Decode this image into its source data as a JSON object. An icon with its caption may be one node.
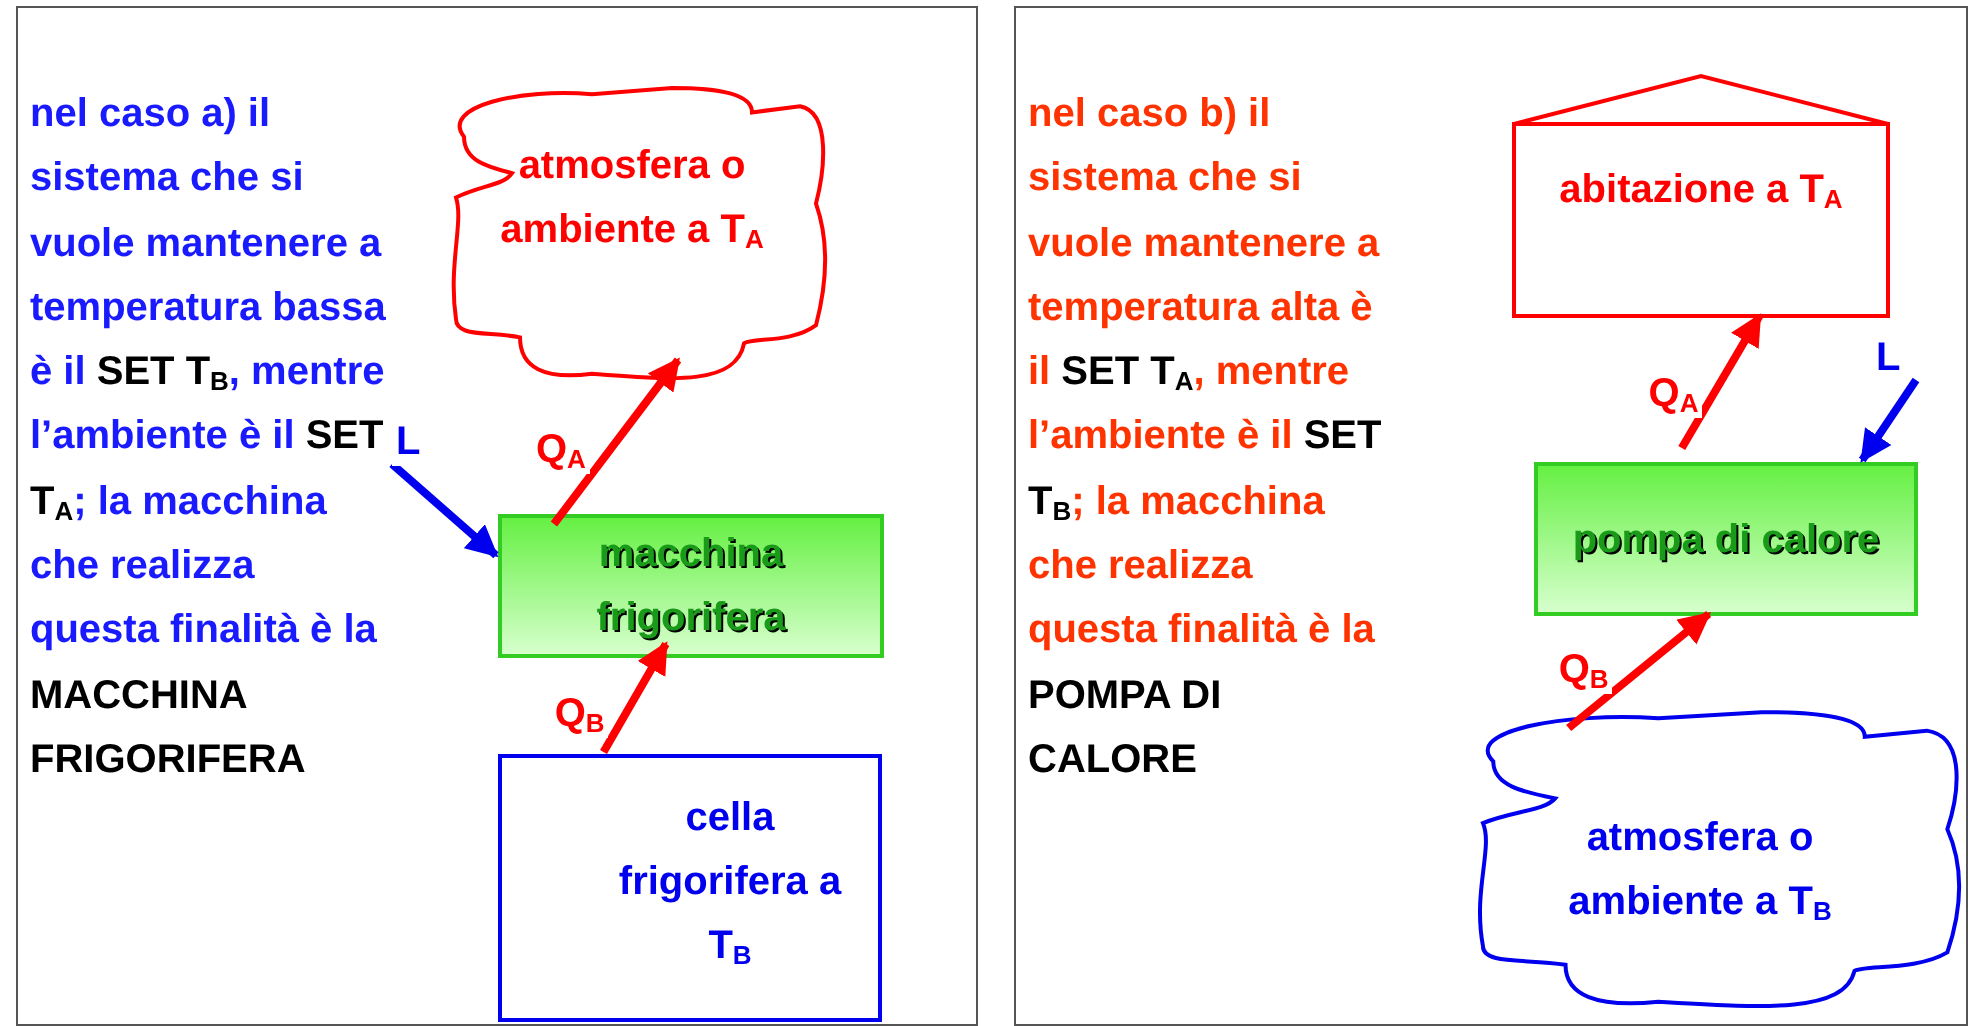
{
  "diagram": {
    "nodes": [
      {
        "text": [
          "nel caso a) il sistema che si vuole mantenere a temperatura bassa è il **SET T$_{B}$**, mentre l’ambiente è il **SET T$_{A}$**; la macchina che realizza questa finalità è la **MACCHINA FRIGORIFERA**"
        ]
      },
      {
        "text": [
          "atmosfera o ambiente a T$_{A}$"
        ],
        "in": 0
      },
      {
        "text": [
          "macchina frigorifera"
        ],
        "in": 0
      },
      {
        "text": [
          "cella frigorifera a T$_{B}$"
        ],
        "in": 0
      },
      {
        "text": [
          "nel caso b) il sistema che si vuole mantenere a temperatura alta è il **SET T$_{A}$**, mentre l’ambiente è il **SET T$_{B}$**; la macchina che realizza questa finalità è la **POMPA DI CALORE**"
        ]
      },
      {
        "text": [
          "abitazione a T$_{A}$"
        ],
        "in": 4
      },
      {
        "text": [
          "pompa di calore"
        ],
        "in": 4
      },
      {
        "text": [
          "atmosfera o ambiente a T$_{B}$"
        ],
        "in": 4
      }
    ],
    "edges": [
      {
        "from": 2,
        "to": 1,
        "arrow": "to",
        "label": "Q$_{A}$"
      },
      {
        "from": 3,
        "to": 2,
        "arrow": "to",
        "label": "Q$_{B}$"
      },
      {
        "from": null,
        "to": 2,
        "arrow": "to",
        "label": "L",
        "color": "#0000ee"
      },
      {
        "from": 6,
        "to": 5,
        "arrow": "to",
        "label": "Q$_{A}$"
      },
      {
        "from": 7,
        "to": 6,
        "arrow": "to",
        "label": "Q$_{B}$"
      },
      {
        "from": null,
        "to": 6,
        "arrow": "to",
        "label": "L",
        "color": "#0000ee"
      }
    ]
  }
}
